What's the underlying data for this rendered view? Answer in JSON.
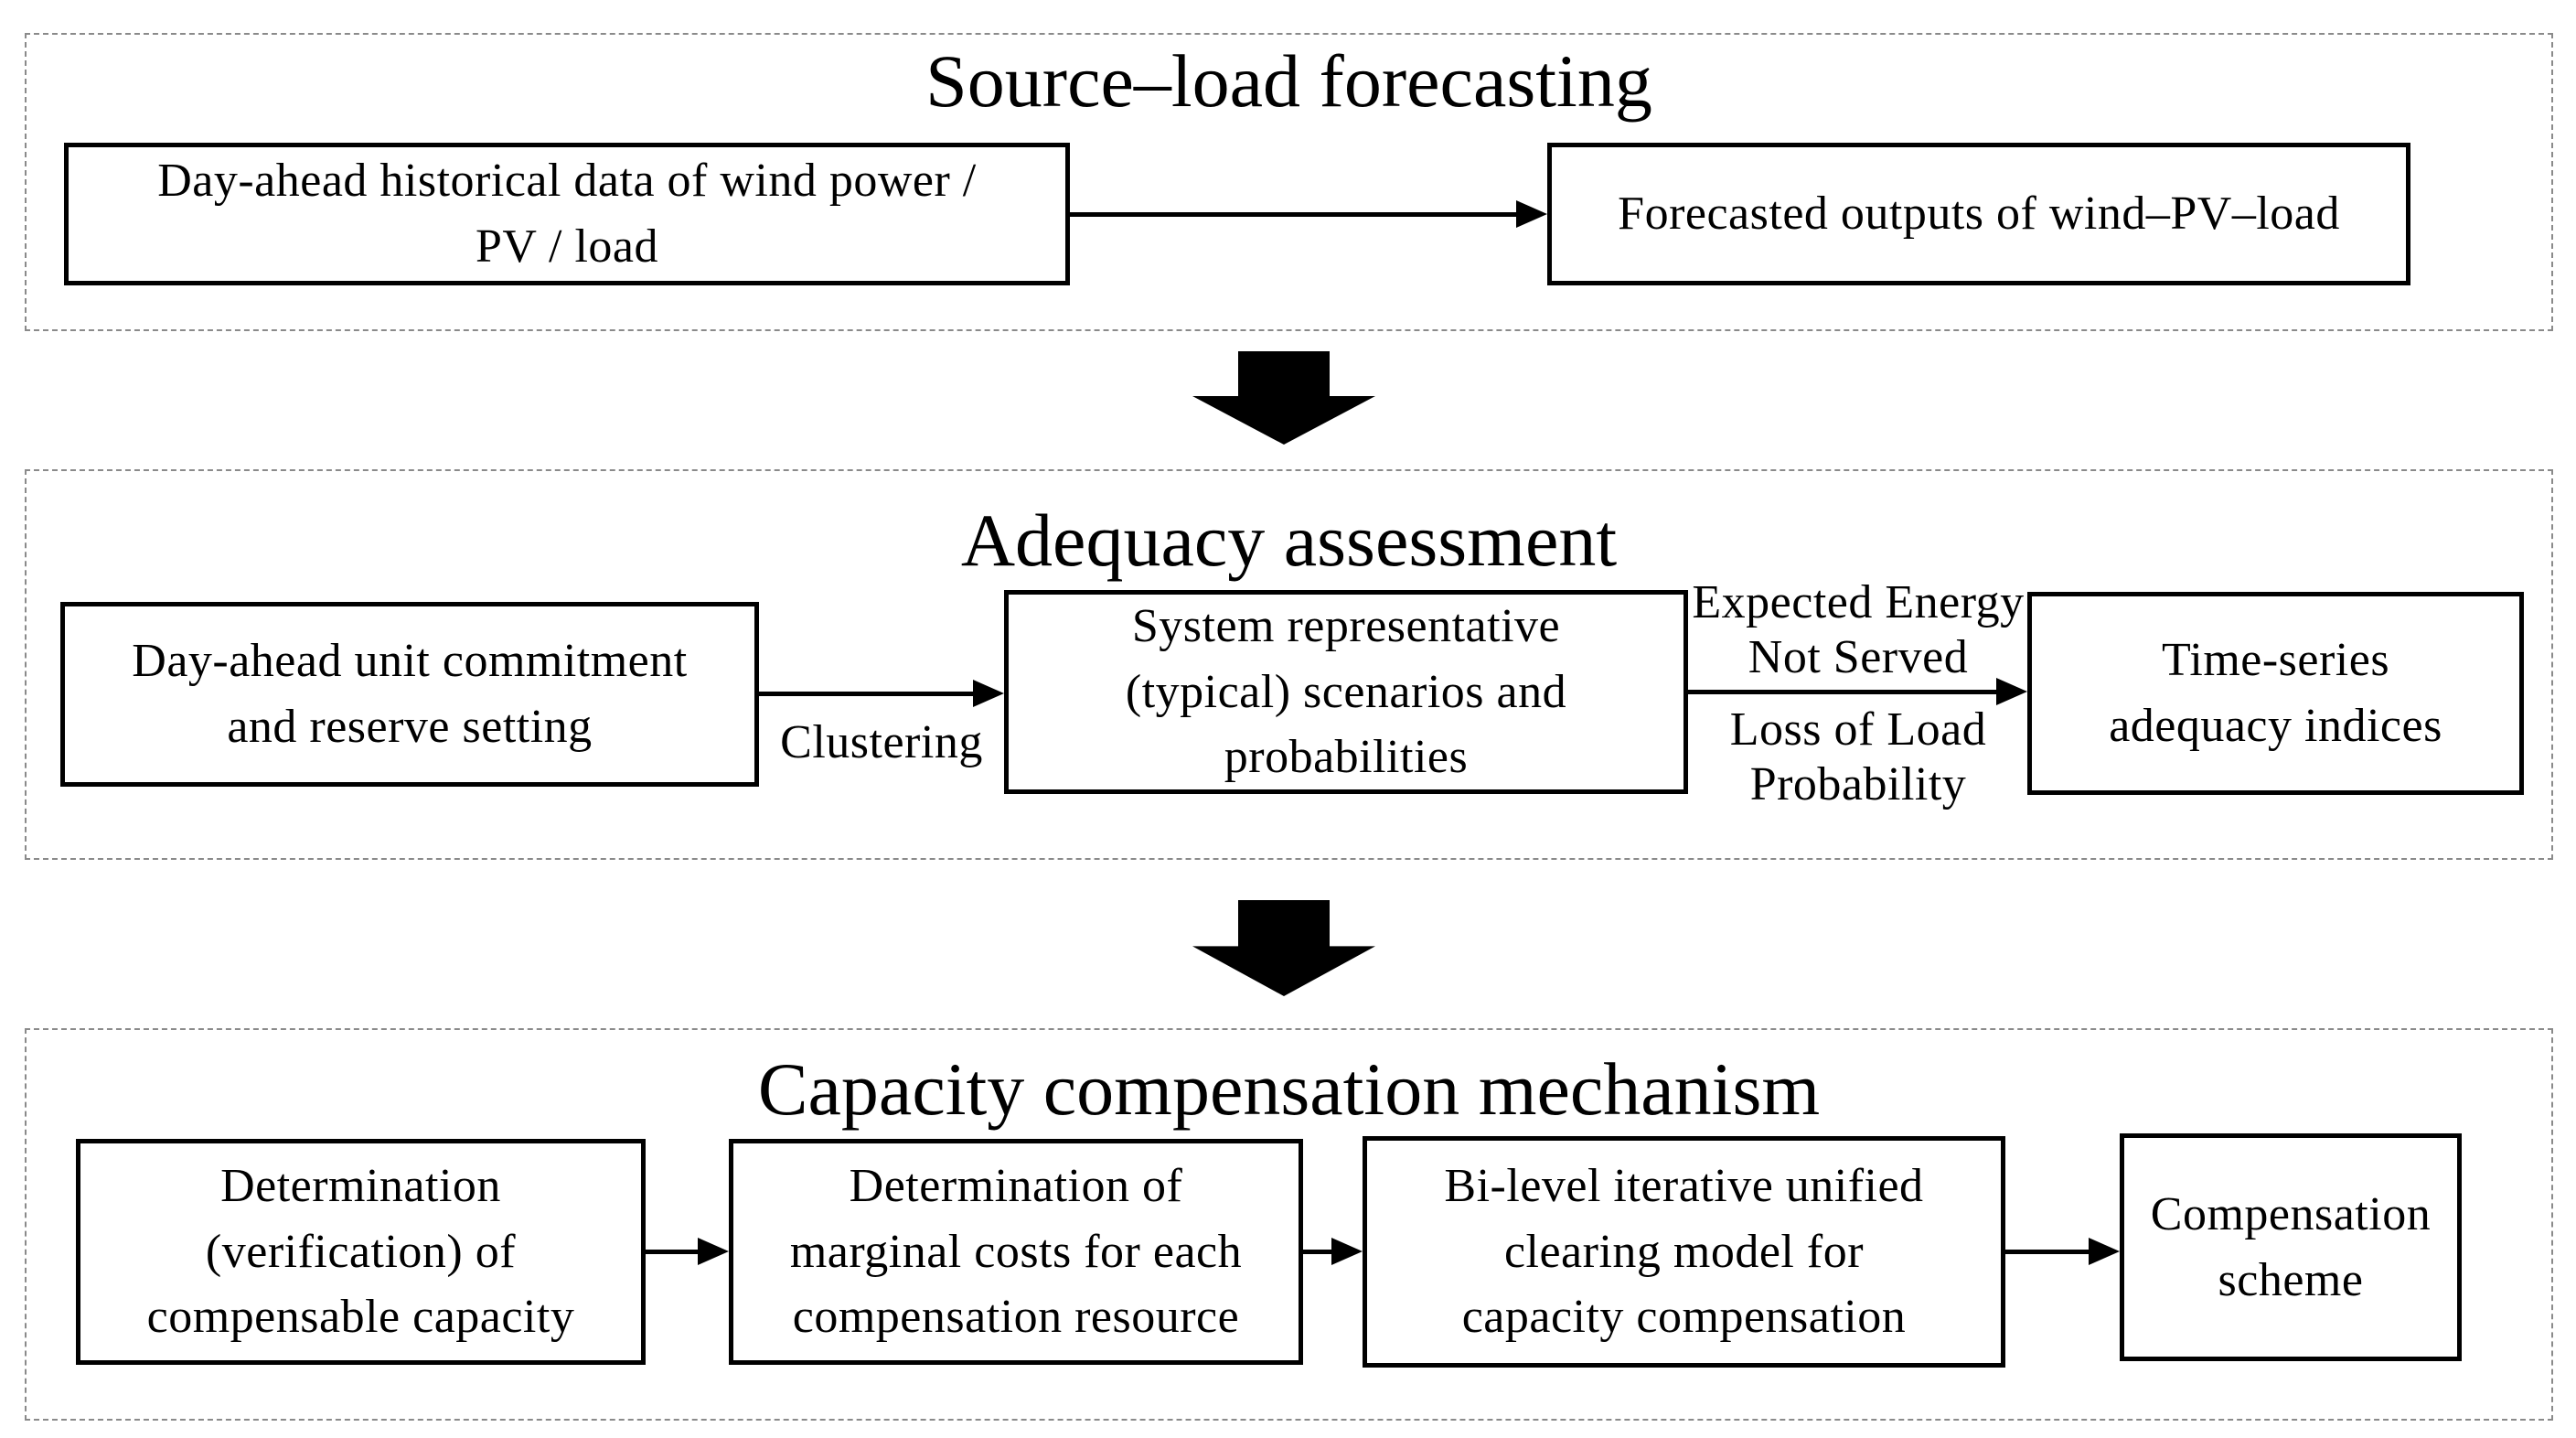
{
  "figure": {
    "sections": {
      "forecasting": {
        "title": "Source–load forecasting",
        "box_history": {
          "lines": [
            "Day-ahead historical data of wind power /",
            "PV / load"
          ]
        },
        "box_forecast": {
          "lines": [
            "Forecasted outputs of wind–PV–load"
          ]
        }
      },
      "adequacy": {
        "title": "Adequacy assessment",
        "box_commitment": {
          "lines": [
            "Day-ahead unit commitment",
            "and reserve setting"
          ]
        },
        "clustering_label": "Clustering",
        "box_scenarios": {
          "lines": [
            "System representative",
            "(typical) scenarios and",
            "probabilities"
          ]
        },
        "eens_label": {
          "lines": [
            "Expected Energy",
            "Not Served"
          ]
        },
        "lolp_label": {
          "lines": [
            "Loss of Load",
            "Probability"
          ]
        },
        "box_indices": {
          "lines": [
            "Time-series",
            "adequacy indices"
          ]
        }
      },
      "mechanism": {
        "title": "Capacity compensation mechanism",
        "box_compensable": {
          "lines": [
            "Determination",
            "(verification) of",
            "compensable capacity"
          ]
        },
        "box_marginal": {
          "lines": [
            "Determination of",
            "marginal costs for each",
            "compensation resource"
          ]
        },
        "box_clearing": {
          "lines": [
            "Bi-level iterative unified",
            "clearing model for",
            "capacity compensation"
          ]
        },
        "box_scheme": {
          "lines": [
            "Compensation",
            "scheme"
          ]
        }
      }
    },
    "colors": {
      "background": "#ffffff",
      "text": "#000000",
      "box_border": "#000000",
      "panel_border": "#8a8a8a",
      "arrow": "#000000"
    }
  }
}
